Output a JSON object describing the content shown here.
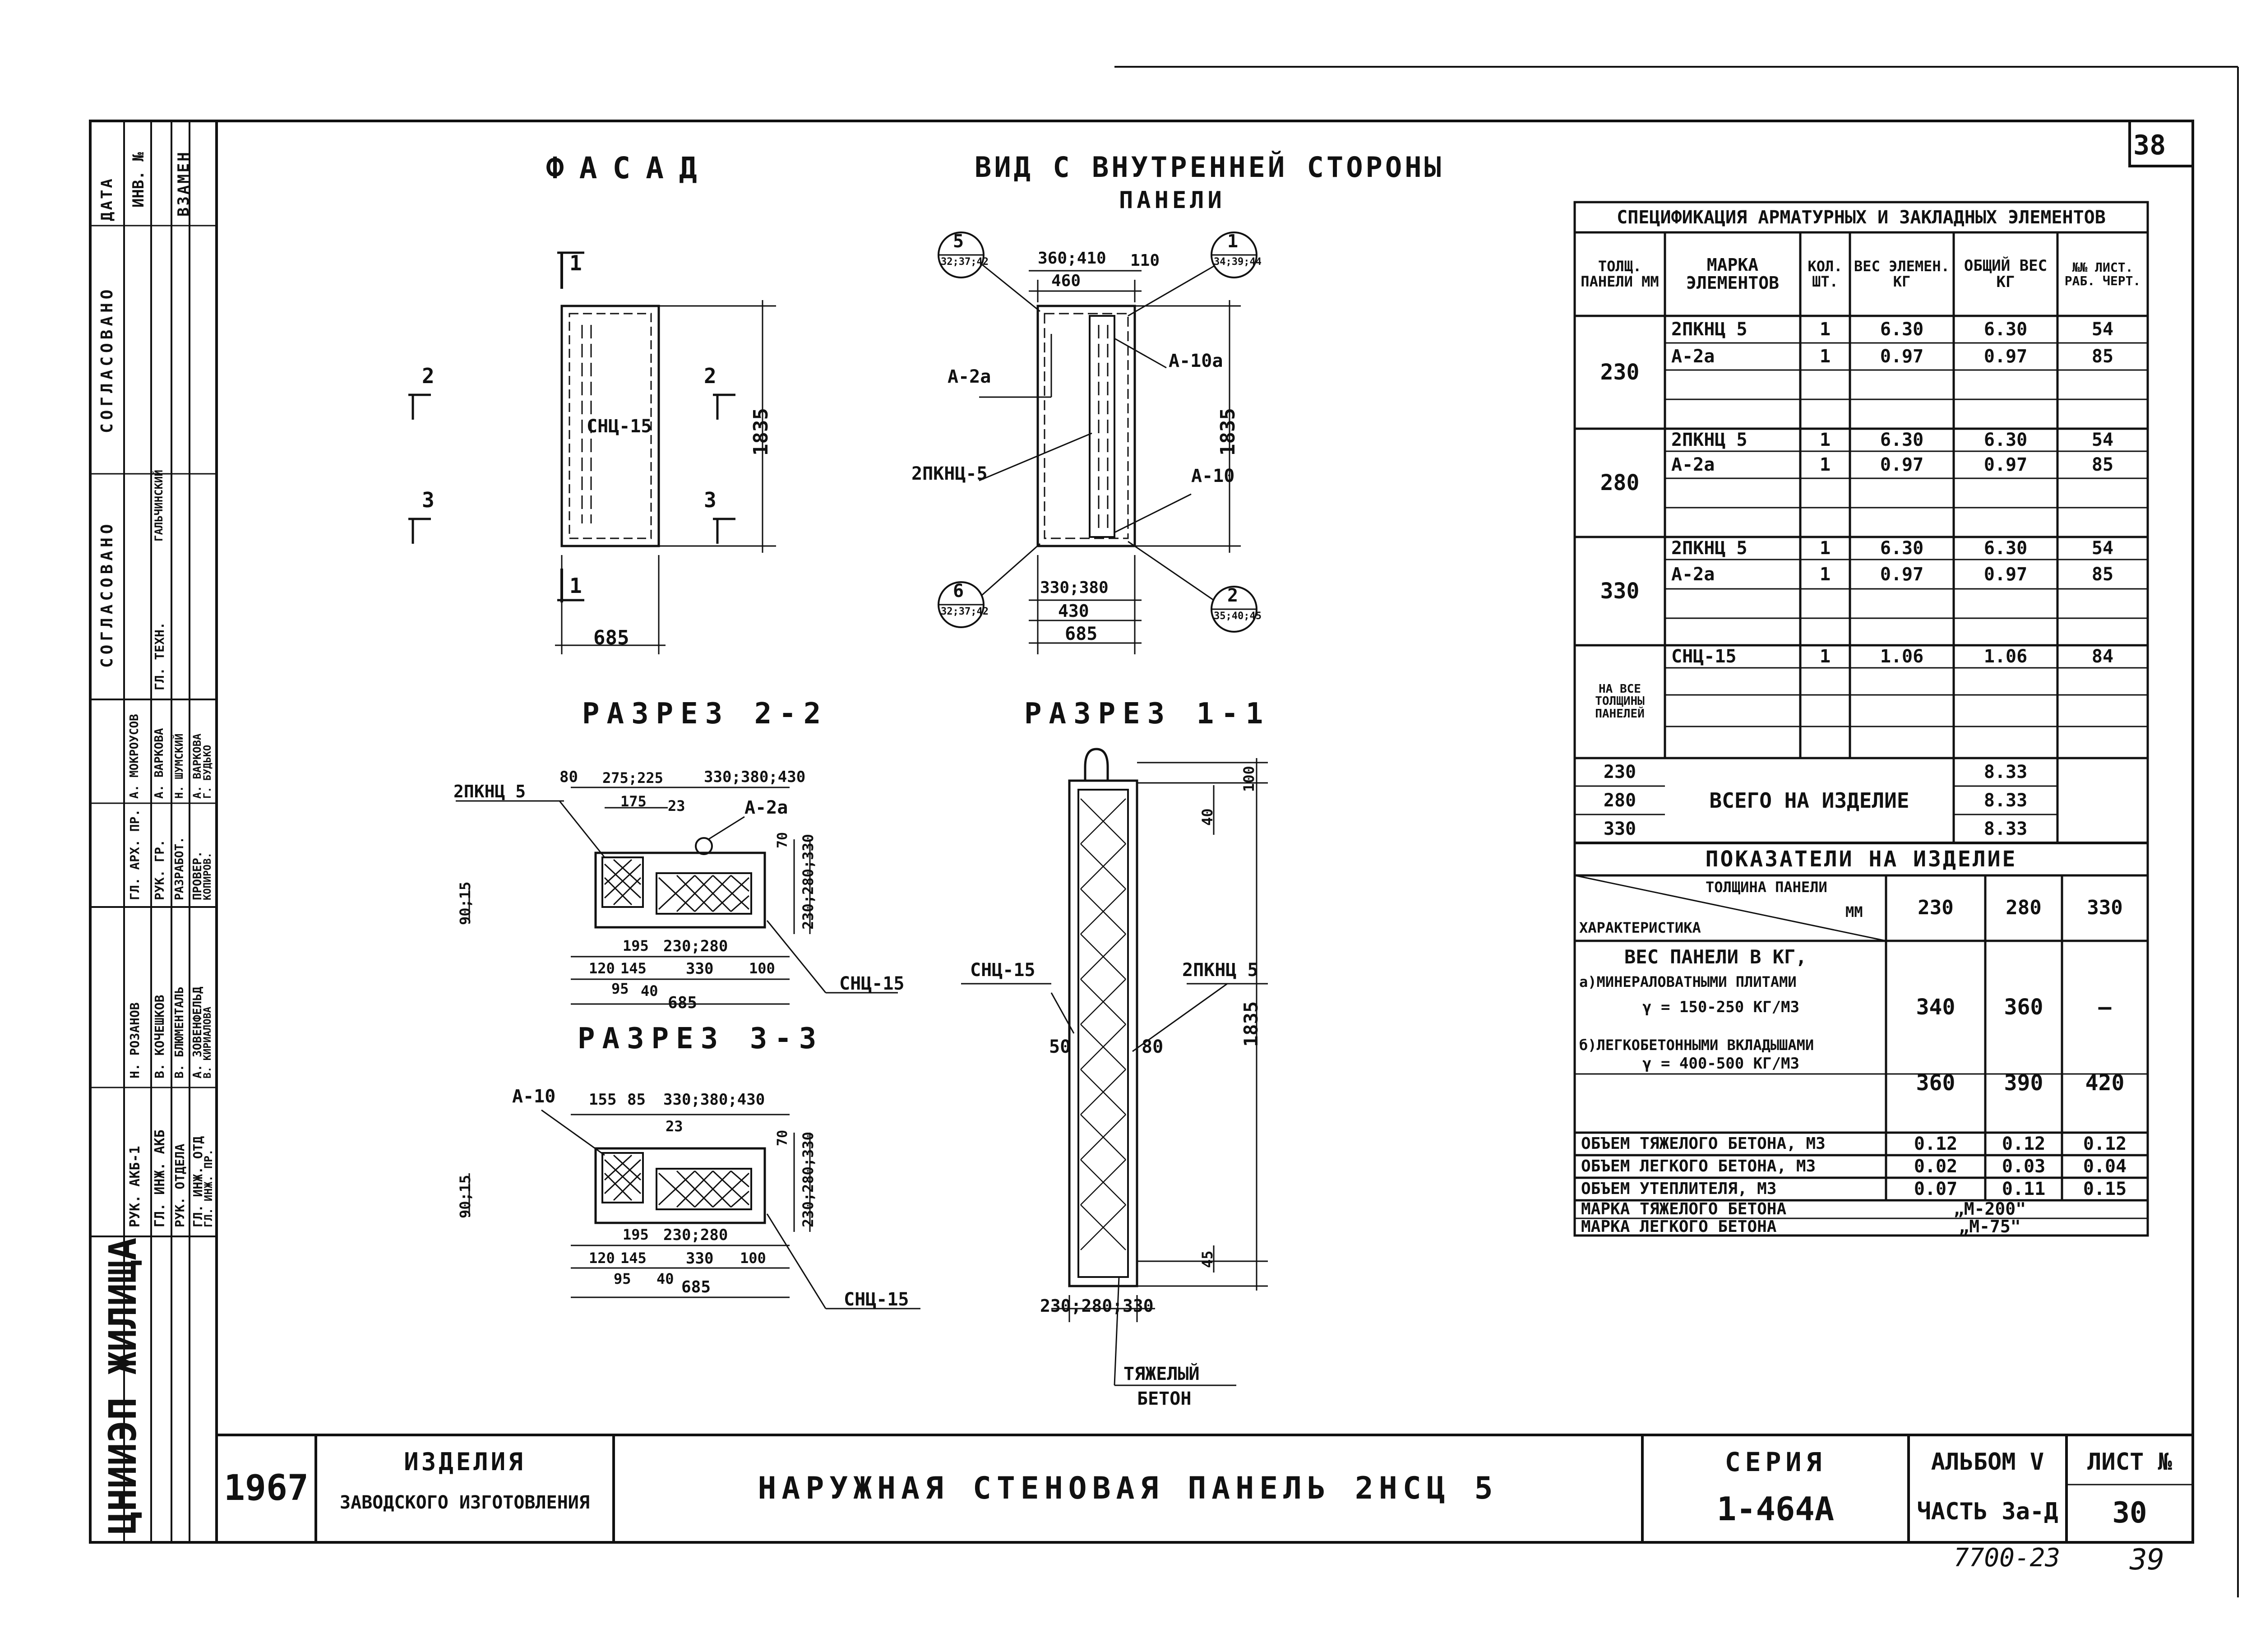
{
  "sheet": {
    "number_box": "38",
    "bottom_note": "7700-23",
    "bottom_page": "39"
  },
  "titles": {
    "facade": "ФАСАД",
    "inner_view_1": "ВИД С ВНУТРЕННЕЙ СТОРОНЫ",
    "inner_view_2": "ПАНЕЛИ",
    "section_2_2": "РАЗРЕЗ 2-2",
    "section_3_3": "РАЗРЕЗ 3-3",
    "section_1_1": "РАЗРЕЗ 1-1"
  },
  "facade": {
    "label_panel": "СНЦ-15",
    "dim_width": "685",
    "dim_height": "1835",
    "mark_2": "2",
    "mark_3": "3",
    "mark_1": "1"
  },
  "inner": {
    "callout_5": "5",
    "callout_5_sub": "32;37;42",
    "callout_1": "1",
    "callout_1_sub": "34;39;44",
    "callout_6": "6",
    "callout_6_sub": "32;37;42",
    "callout_2": "2",
    "callout_2_sub": "35;40;45",
    "dim_top_a": "360;410",
    "dim_top_b": "460",
    "dim_top_c": "110",
    "dim_bot_a": "330;380",
    "dim_bot_b": "430",
    "dim_bot_c": "685",
    "dim_height": "1835",
    "label_a2a": "А-2а",
    "label_a10a": "А-10а",
    "label_pkc": "2ПКНЦ-5",
    "label_a10": "А-10"
  },
  "sec22": {
    "d80": "80",
    "d275": "275;225",
    "d330": "330;380;430",
    "d175": "175",
    "d23": "23",
    "d70": "70",
    "dv": "230;280;330",
    "d9015": "90;15",
    "d195": "195",
    "d145": "145",
    "d230280": "230;280",
    "d120": "120",
    "d330b": "330",
    "d100": "100",
    "d95": "95",
    "d40": "40",
    "d685": "685",
    "lbl_pkc": "2ПКНЦ 5",
    "lbl_a2a": "А-2а",
    "lbl_snc": "СНЦ-15"
  },
  "sec33": {
    "lbl_a10": "А-10",
    "d155": "155",
    "d85": "85",
    "d330": "330;380;430",
    "d23": "23",
    "d70": "70",
    "dv": "230;280;330",
    "d9015": "90;15",
    "d195": "195",
    "d145": "145",
    "d230280": "230;280",
    "d120": "120",
    "d330b": "330",
    "d100": "100",
    "d95": "95",
    "d40": "40",
    "d685": "685",
    "lbl_snc": "СНЦ-15"
  },
  "sec11": {
    "d100": "100",
    "d40": "40",
    "d1835": "1835",
    "d45": "45",
    "d50": "50",
    "d80": "80",
    "dbot": "230;280;330",
    "lbl_snc": "СНЦ-15",
    "lbl_pkc": "2ПКНЦ 5",
    "lbl_heavy_1": "ТЯЖЕЛЫЙ",
    "lbl_heavy_2": "БЕТОН"
  },
  "spec": {
    "title": "СПЕЦИФИКАЦИЯ АРМАТУРНЫХ И ЗАКЛАДНЫХ ЭЛЕМЕНТОВ",
    "headers": [
      "ТОЛЩ. ПАНЕЛИ ММ",
      "МАРКА ЭЛЕМЕНТОВ",
      "КОЛ. ШТ.",
      "ВЕС ЭЛЕМЕН. КГ",
      "ОБЩИЙ ВЕС КГ",
      "№№ ЛИСТ. РАБ. ЧЕРТ."
    ],
    "groups": [
      {
        "thickness": "230",
        "rows": [
          [
            "2ПКНЦ 5",
            "1",
            "6.30",
            "6.30",
            "54"
          ],
          [
            "А-2а",
            "1",
            "0.97",
            "0.97",
            "85"
          ]
        ]
      },
      {
        "thickness": "280",
        "rows": [
          [
            "2ПКНЦ 5",
            "1",
            "6.30",
            "6.30",
            "54"
          ],
          [
            "А-2а",
            "1",
            "0.97",
            "0.97",
            "85"
          ]
        ]
      },
      {
        "thickness": "330",
        "rows": [
          [
            "2ПКНЦ 5",
            "1",
            "6.30",
            "6.30",
            "54"
          ],
          [
            "А-2а",
            "1",
            "0.97",
            "0.97",
            "85"
          ]
        ]
      },
      {
        "thickness": "НА ВСЕ ТОЛЩИНЫ ПАНЕЛЕЙ",
        "rows": [
          [
            "СНЦ-15",
            "1",
            "1.06",
            "1.06",
            "84"
          ]
        ]
      }
    ],
    "total_label": "ВСЕГО НА ИЗДЕЛИЕ",
    "totals": [
      [
        "230",
        "8.33"
      ],
      [
        "280",
        "8.33"
      ],
      [
        "330",
        "8.33"
      ]
    ]
  },
  "indicators": {
    "title": "ПОКАЗАТЕЛИ НА ИЗДЕЛИЕ",
    "head_top": "ТОЛЩИНА ПАНЕЛИ",
    "head_mm": "ММ",
    "head_char": "ХАРАКТЕРИСТИКА",
    "cols": [
      "230",
      "280",
      "330"
    ],
    "weight_title": "ВЕС ПАНЕЛИ В КГ,",
    "row_a_1": "а)МИНЕРАЛОВАТНЫМИ ПЛИТАМИ",
    "row_a_2": "γ = 150-250 КГ/М3",
    "row_a": [
      "340",
      "360",
      "—"
    ],
    "row_b_1": "б)ЛЕГКОБЕТОННЫМИ ВКЛАДЫШАМИ",
    "row_b_2": "γ = 400-500 КГ/М3",
    "row_b": [
      "360",
      "390",
      "420"
    ],
    "row_c_label": "ОБЪЕМ ТЯЖЕЛОГО БЕТОНА, М3",
    "row_c": [
      "0.12",
      "0.12",
      "0.12"
    ],
    "row_d_label": "ОБЪЕМ ЛЕГКОГО БЕТОНА, М3",
    "row_d": [
      "0.02",
      "0.03",
      "0.04"
    ],
    "row_e_label": "ОБЪЕМ УТЕПЛИТЕЛЯ, М3",
    "row_e": [
      "0.07",
      "0.11",
      "0.15"
    ],
    "row_f_label": "МАРКА ТЯЖЕЛОГО БЕТОНА",
    "row_f_val": "„М-200\"",
    "row_g_label": "МАРКА ЛЕГКОГО БЕТОНА",
    "row_g_val": "„М-75\""
  },
  "title_block": {
    "year": "1967",
    "category_1": "ИЗДЕЛИЯ",
    "category_2": "ЗАВОДСКОГО ИЗГОТОВЛЕНИЯ",
    "name": "НАРУЖНАЯ СТЕНОВАЯ ПАНЕЛЬ 2НСЦ 5",
    "series_label": "СЕРИЯ",
    "series": "1-464А",
    "album": "АЛЬБОМ V",
    "part": "ЧАСТЬ 3а-Д",
    "sheet_label": "ЛИСТ №",
    "sheet_no": "30",
    "org": "ЦНИИЭП ЖИЛИЩА"
  },
  "side_stamp": {
    "roles": [
      "РУК. АКБ-1",
      "ГЛ. ИНЖ. АКБ",
      "РУК. ОТДЕЛА",
      "ГЛ. ИНЖ. ОТД",
      "ГЛ. ИНЖ. ПР."
    ],
    "names_a": [
      "Н. РОЗАНОВ",
      "В. КОЧЕШКОВ",
      "В. БЛЮМЕНТАЛЬ",
      "А. ЗОВЕНФЕЛЬД",
      "В. КИРИАЛОВА"
    ],
    "roles_b": [
      "ГЛ. АРХ. ПР.",
      "РУК. ГР.",
      "РАЗРАБОТ.",
      "ПРОВЕР.",
      "КОПИРОВ."
    ],
    "names_b": [
      "А. МОКРОУСОВ",
      "А. ВАРКОВА",
      "Н. ШУМСКИЙ",
      "А. ВАРКОВА",
      "Г. БУДЬКО"
    ],
    "gl_tech": "ГЛ. ТЕХН.",
    "agreed_1": "СОГЛАСОВАНО",
    "agreed_2": "СОГЛАСОВАНО",
    "agreed_name": "ГАЛЬЧИНСКИЙ",
    "date": "ДАТА",
    "inv": "ИНВ. №",
    "instead": "ВЗАМЕН"
  }
}
